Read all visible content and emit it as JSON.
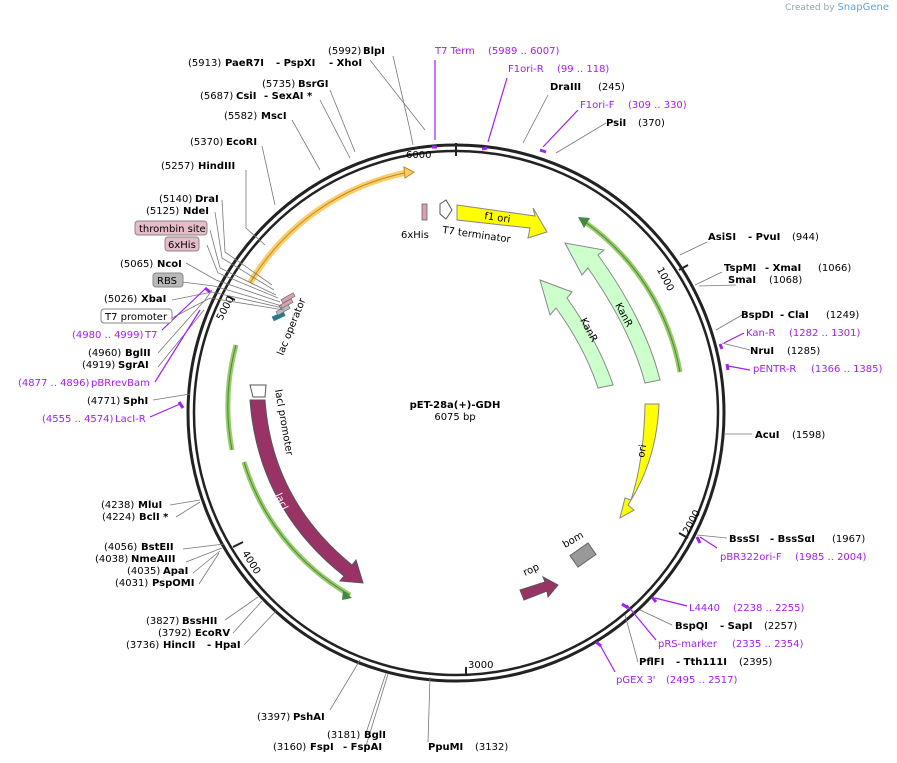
{
  "credit": {
    "prefix": "Created by",
    "brand": "SnapGene"
  },
  "plasmid": {
    "name": "pET-28a(+)-GDH",
    "length": "6075 bp"
  },
  "scale_ticks": [
    "6000",
    "1000",
    "2000",
    "3000",
    "4000",
    "5000"
  ],
  "colors": {
    "backbone": "#222222",
    "purple": "#a020f0",
    "yellow": "#ffff00",
    "kanr": "#ccffcc",
    "laci": "#993366",
    "orange": "#ffcc66",
    "rop": "#993366",
    "bom": "#999999"
  },
  "sites": [
    {
      "pos": "(5992)",
      "name": "BlpI"
    },
    {
      "pos": "(5913)",
      "name": "PaeR7I",
      "extra": [
        "- PspXI",
        "- XhoI"
      ]
    },
    {
      "pos": "(5735)",
      "name": "BsrGI"
    },
    {
      "pos": "(5687)",
      "name": "CsiI",
      "extra": [
        "- SexAI *"
      ]
    },
    {
      "pos": "(5582)",
      "name": "MscI"
    },
    {
      "pos": "(5370)",
      "name": "EcoRI"
    },
    {
      "pos": "(5257)",
      "name": "HindIII"
    },
    {
      "pos": "(5140)",
      "name": "DraI"
    },
    {
      "pos": "(5125)",
      "name": "NdeI"
    },
    {
      "pos": "(5065)",
      "name": "NcoI"
    },
    {
      "pos": "(5026)",
      "name": "XbaI"
    },
    {
      "pos": "(4960)",
      "name": "BglII"
    },
    {
      "pos": "(4919)",
      "name": "SgrAI"
    },
    {
      "pos": "(4771)",
      "name": "SphI"
    },
    {
      "pos": "(4238)",
      "name": "MluI"
    },
    {
      "pos": "(4224)",
      "name": "BclI *"
    },
    {
      "pos": "(4056)",
      "name": "BstEII"
    },
    {
      "pos": "(4038)",
      "name": "NmeAIII"
    },
    {
      "pos": "(4035)",
      "name": "ApaI"
    },
    {
      "pos": "(4031)",
      "name": "PspOMI"
    },
    {
      "pos": "(3827)",
      "name": "BssHII"
    },
    {
      "pos": "(3792)",
      "name": "EcoRV"
    },
    {
      "pos": "(3736)",
      "name": "HincII",
      "extra": [
        "- HpaI"
      ]
    },
    {
      "pos": "(3397)",
      "name": "PshAI"
    },
    {
      "pos": "(3181)",
      "name": "BglI"
    },
    {
      "pos": "(3160)",
      "name": "FspI",
      "extra": [
        "- FspAI"
      ]
    },
    {
      "pos": "(3132)",
      "name": "PpuMI"
    },
    {
      "pos": "(245)",
      "name": "DraIII"
    },
    {
      "pos": "(370)",
      "name": "PsiI"
    },
    {
      "pos": "(944)",
      "name": "AsiSI",
      "extra": [
        "- PvuI"
      ]
    },
    {
      "pos": "(1066)",
      "name": "TspMI",
      "extra": [
        "- XmaI"
      ]
    },
    {
      "pos": "(1068)",
      "name": "SmaI"
    },
    {
      "pos": "(1249)",
      "name": "BspDI",
      "extra": [
        "- ClaI"
      ]
    },
    {
      "pos": "(1285)",
      "name": "NruI"
    },
    {
      "pos": "(1598)",
      "name": "AcuI"
    },
    {
      "pos": "(1967)",
      "name": "BssSI",
      "extra": [
        "- BssSαI"
      ]
    },
    {
      "pos": "(2257)",
      "name": "BspQI",
      "extra": [
        "- SapI"
      ]
    },
    {
      "pos": "(2395)",
      "name": "PflFI",
      "extra": [
        "- Tth111I"
      ]
    }
  ],
  "primers": [
    {
      "name": "T7 Term",
      "range": "(5989 .. 6007)"
    },
    {
      "name": "F1ori-R",
      "range": "(99 .. 118)"
    },
    {
      "name": "F1ori-F",
      "range": "(309 .. 330)"
    },
    {
      "name": "Kan-R",
      "range": "(1282 .. 1301)"
    },
    {
      "name": "pENTR-R",
      "range": "(1366 .. 1385)"
    },
    {
      "name": "pBR322ori-F",
      "range": "(1985 .. 2004)"
    },
    {
      "name": "L4440",
      "range": "(2238 .. 2255)"
    },
    {
      "name": "pRS-marker",
      "range": "(2335 .. 2354)"
    },
    {
      "name": "pGEX 3'",
      "range": "(2495 .. 2517)"
    },
    {
      "name": "T7",
      "range": "(4980 .. 4999)"
    },
    {
      "name": "pBRrevBam",
      "range": "(4877 .. 4896)"
    },
    {
      "name": "LacI-R",
      "range": "(4555 .. 4574)"
    }
  ],
  "boxed_features": [
    {
      "name": "thrombin site"
    },
    {
      "name": "6xHis"
    },
    {
      "name": "RBS"
    },
    {
      "name": "T7 promoter"
    }
  ],
  "features": {
    "f1_ori": "f1 ori",
    "kanr_outer": "KanR",
    "kanr_inner": "KanR",
    "ori": "ori",
    "bom": "bom",
    "rop": "rop",
    "laci": "lacI",
    "laci_promoter": "lacI promoter",
    "lac_operator": "lac operator",
    "six_his": "6xHis",
    "t7_terminator": "T7 terminator"
  }
}
